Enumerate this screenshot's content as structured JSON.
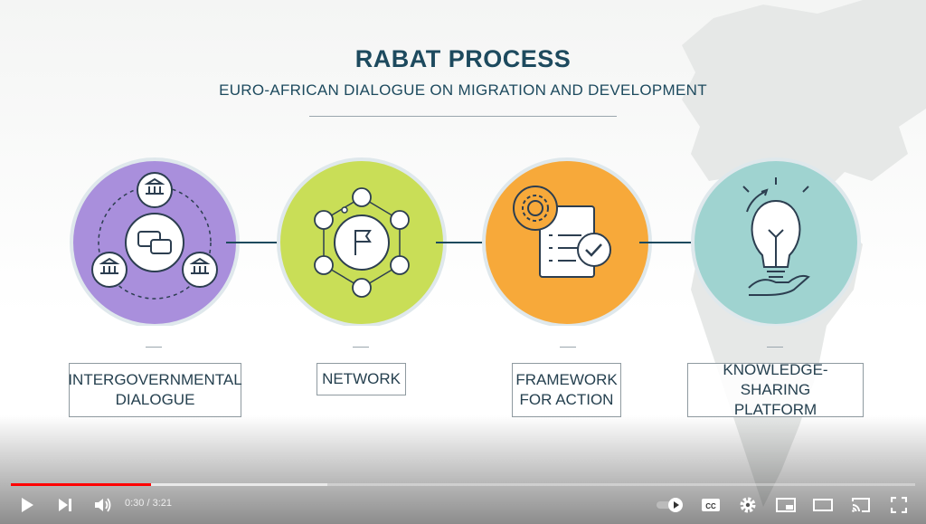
{
  "slide": {
    "title": "RABAT PROCESS",
    "subtitle": "EURO-AFRICAN DIALOGUE ON MIGRATION AND DEVELOPMENT",
    "steps": [
      {
        "label": "INTERGOVERNMENTAL\nDIALOGUE",
        "color": "#a98fdc"
      },
      {
        "label": "NETWORK",
        "color": "#c9de57"
      },
      {
        "label": "FRAMEWORK\nFOR ACTION",
        "color": "#f7a93a"
      },
      {
        "label": "KNOWLEDGE-SHARING\nPLATFORM",
        "color": "#9fd3d0"
      }
    ],
    "outline_color": "#1d4a5e"
  },
  "player": {
    "current_time": "0:30",
    "separator": " / ",
    "duration": "3:21",
    "progress_fraction": 0.155,
    "accent": "#ff0000"
  }
}
